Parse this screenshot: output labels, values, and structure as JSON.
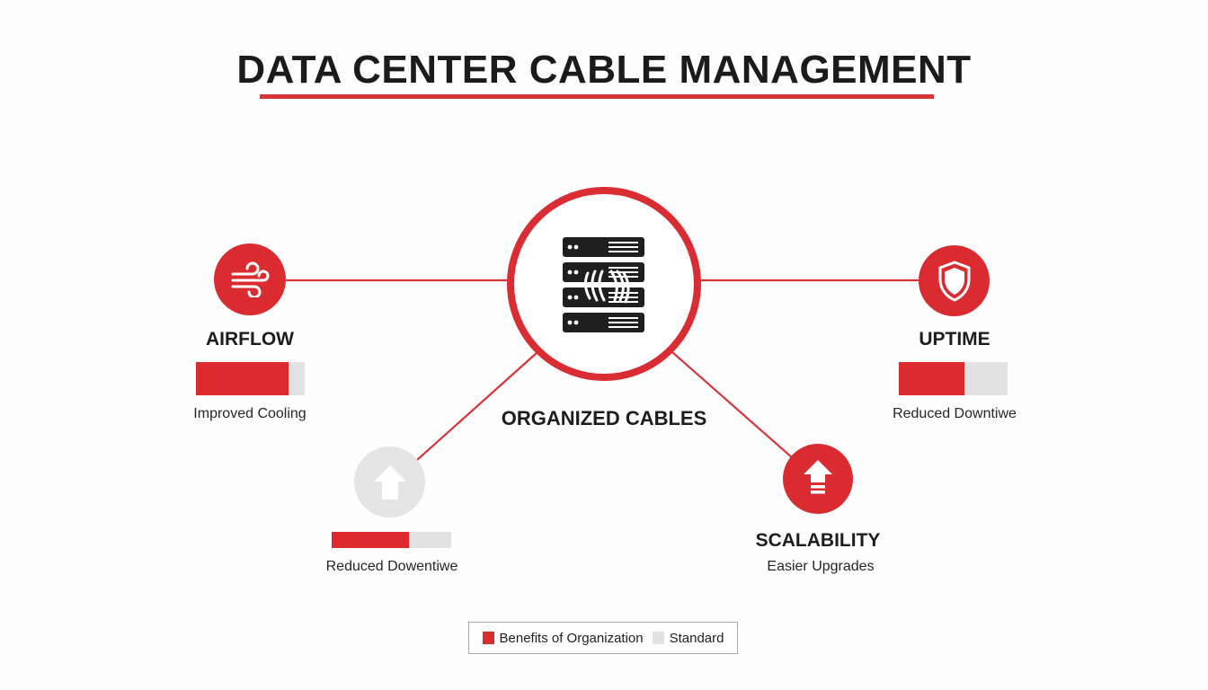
{
  "title": "DATA CENTER CABLE MANAGEMENT",
  "colors": {
    "accent": "#d92b30",
    "standard": "#e2e2e2",
    "text": "#1e1e1e"
  },
  "center": {
    "label": "ORGANIZED CABLES",
    "icon": "server-rack-with-cables-icon"
  },
  "nodes": [
    {
      "id": "airflow",
      "label": "AIRFLOW",
      "sublabel": "Improved Cooling",
      "icon": "wind-icon",
      "style": "red",
      "bar_percent": 85
    },
    {
      "id": "uptime",
      "label": "UPTIME",
      "sublabel": "Reduced Downtiwe",
      "icon": "shield-icon",
      "style": "red",
      "bar_percent": 60
    },
    {
      "id": "bottom-left",
      "label": "",
      "sublabel": "Reduced Dowentiwe",
      "icon": "arrow-up-icon",
      "style": "gray",
      "bar_percent": 65
    },
    {
      "id": "scalability",
      "label": "SCALABILITY",
      "sublabel": "Easier Upgrades",
      "icon": "arrow-up-stack-icon",
      "style": "red",
      "bar_percent": null
    }
  ],
  "legend": {
    "items": [
      {
        "label": "Benefits of Organization",
        "color": "#d92b30"
      },
      {
        "label": "Standard",
        "color": "#e2e2e2"
      }
    ]
  },
  "chart_data": {
    "type": "bar",
    "title": "DATA CENTER CABLE MANAGEMENT",
    "categories": [
      "AIRFLOW (Improved Cooling)",
      "UPTIME (Reduced Downtiwe)",
      "Reduced Dowentiwe"
    ],
    "series": [
      {
        "name": "Benefits of Organization",
        "values": [
          85,
          60,
          65
        ]
      },
      {
        "name": "Standard",
        "values": [
          15,
          40,
          35
        ]
      }
    ],
    "xlabel": "",
    "ylabel": "",
    "ylim": [
      0,
      100
    ],
    "legend_position": "bottom"
  }
}
